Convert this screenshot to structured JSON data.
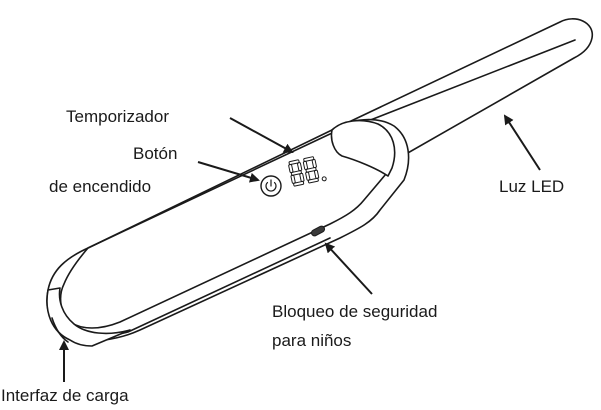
{
  "labels": {
    "timer": "Temporizador",
    "power_button_line1": "Botón",
    "power_button_line2": "de encendido",
    "led_light": "Luz LED",
    "child_lock_line1": "Bloqueo de seguridad",
    "child_lock_line2": "para niños",
    "charging_port": "Interfaz de carga"
  },
  "colors": {
    "line": "#1a1a1a",
    "fill": "#ffffff",
    "lock_slider": "#3a3a3a"
  },
  "icons": {
    "power": "power-icon",
    "display": "seven-segment-display"
  }
}
